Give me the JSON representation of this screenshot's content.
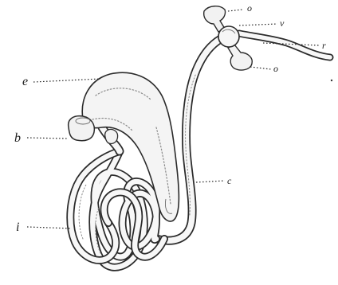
{
  "figure": {
    "labels": {
      "o_top": "o",
      "v": "v",
      "r": "r",
      "o_bottom": "o",
      "e": "e",
      "b": "b",
      "c": "c",
      "i": "i"
    }
  }
}
